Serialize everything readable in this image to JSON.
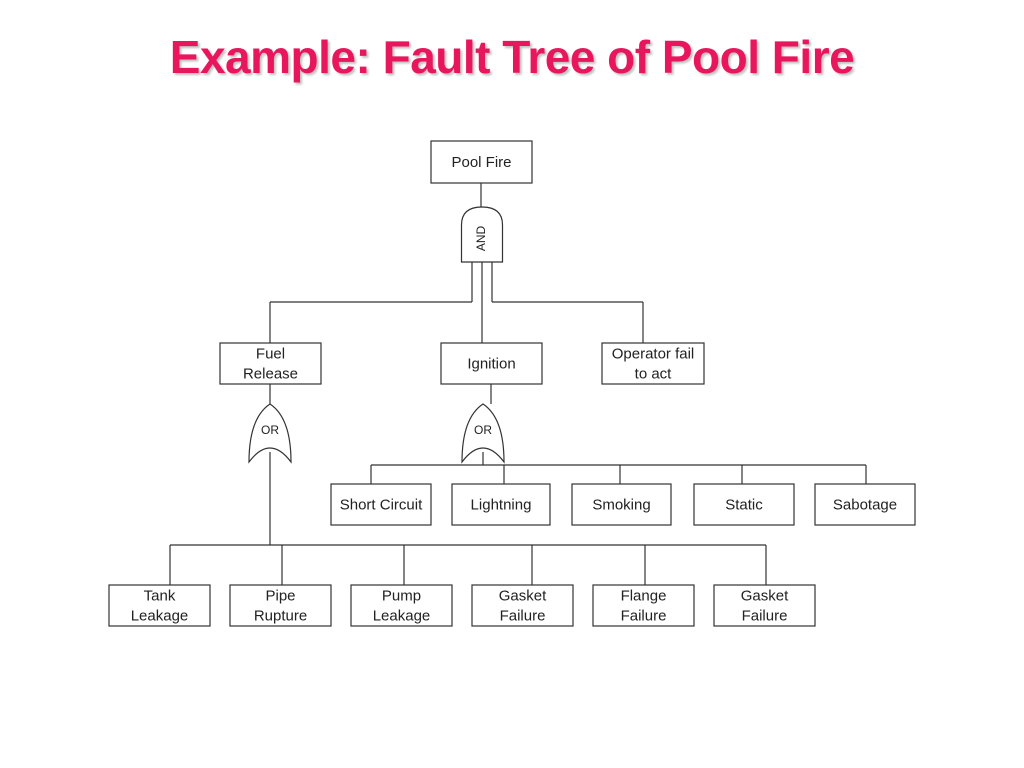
{
  "slide": {
    "title": "Example: Fault Tree of Pool Fire",
    "title_color": "#E8175D"
  },
  "diagram": {
    "top_event": {
      "id": "pool-fire",
      "lines": [
        "Pool Fire"
      ]
    },
    "gates": {
      "and": {
        "label": "AND"
      },
      "or_fuel": {
        "label": "OR"
      },
      "or_ignition": {
        "label": "OR"
      }
    },
    "level2": [
      {
        "id": "fuel-release",
        "lines": [
          "Fuel",
          "Release"
        ]
      },
      {
        "id": "ignition",
        "lines": [
          "Ignition"
        ]
      },
      {
        "id": "operator-fail",
        "lines": [
          "Operator fail",
          "to act"
        ]
      }
    ],
    "ignition_causes": [
      {
        "id": "short-circuit",
        "lines": [
          "Short Circuit"
        ]
      },
      {
        "id": "lightning",
        "lines": [
          "Lightning"
        ]
      },
      {
        "id": "smoking",
        "lines": [
          "Smoking"
        ]
      },
      {
        "id": "static",
        "lines": [
          "Static"
        ]
      },
      {
        "id": "sabotage",
        "lines": [
          "Sabotage"
        ]
      }
    ],
    "fuel_causes": [
      {
        "id": "tank-leakage",
        "lines": [
          "Tank",
          "Leakage"
        ]
      },
      {
        "id": "pipe-rupture",
        "lines": [
          "Pipe",
          "Rupture"
        ]
      },
      {
        "id": "pump-leakage",
        "lines": [
          "Pump",
          "Leakage"
        ]
      },
      {
        "id": "gasket-failure-1",
        "lines": [
          "Gasket",
          "Failure"
        ]
      },
      {
        "id": "flange-failure",
        "lines": [
          "Flange",
          "Failure"
        ]
      },
      {
        "id": "gasket-failure-2",
        "lines": [
          "Gasket",
          "Failure"
        ]
      }
    ]
  }
}
